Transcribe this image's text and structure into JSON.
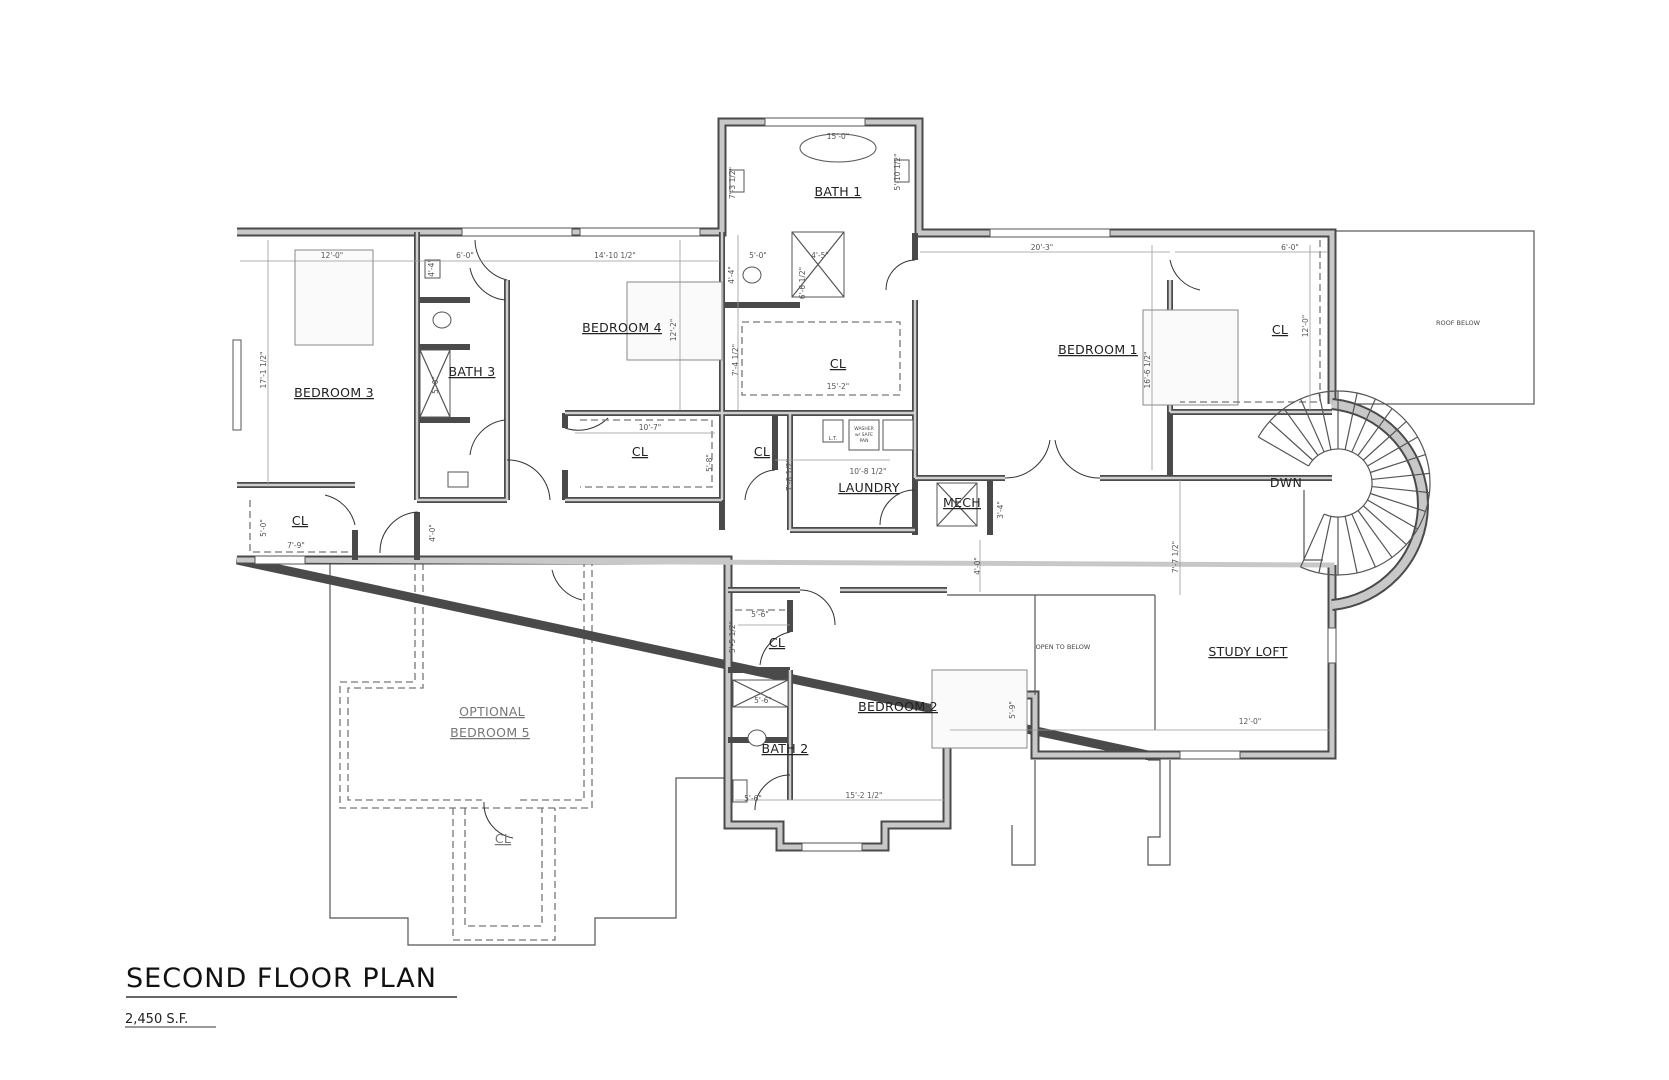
{
  "title": "SECOND FLOOR PLAN",
  "area": "2,450 S.F.",
  "rooms": {
    "bedroom1": "BEDROOM 1",
    "bedroom2": "BEDROOM 2",
    "bedroom3": "BEDROOM 3",
    "bedroom4": "BEDROOM 4",
    "bedroom5_line1": "OPTIONAL",
    "bedroom5_line2": "BEDROOM 5",
    "bath1": "BATH 1",
    "bath2": "BATH 2",
    "bath3": "BATH 3",
    "laundry": "LAUNDRY",
    "mech": "MECH",
    "study_loft": "STUDY LOFT",
    "closet": "CL"
  },
  "notes": {
    "open_to_below": "OPEN TO BELOW",
    "roof_below": "ROOF   BELOW",
    "stair_down": "DWN",
    "washer_line1": "WASHER",
    "washer_line2": "w/ SAFE",
    "washer_line3": "PAN",
    "laundry_tub": "L.T."
  },
  "dimensions": [
    "12'-0\"",
    "17'-1 1/2\"",
    "6'-0\"",
    "14'-10 1/2\"",
    "12'-2\"",
    "10'-7\"",
    "5'-8\"",
    "5'-0\"",
    "7'-9\"",
    "4'-0\"",
    "4'-4\"",
    "5'-0\"",
    "15'-0\"",
    "7'-3 1/2\"",
    "5'-10 1/2\"",
    "5'-0\"",
    "4'-4\"",
    "4'-5\"",
    "6'-6 1/2\"",
    "7'-4 1/2\"",
    "15'-2\"",
    "10'-8 1/2\"",
    "7'-8 1/2\"",
    "3'-4\"",
    "4'-0\"",
    "20'-3\"",
    "6'-0\"",
    "12'-0\"",
    "16'-6 1/2\"",
    "7'-7 1/2\"",
    "5'-6\"",
    "5'-5 1/2\"",
    "5'-6\"",
    "5'-6\"",
    "15'-2 1/2\"",
    "5'-9\"",
    "12'-0\""
  ]
}
